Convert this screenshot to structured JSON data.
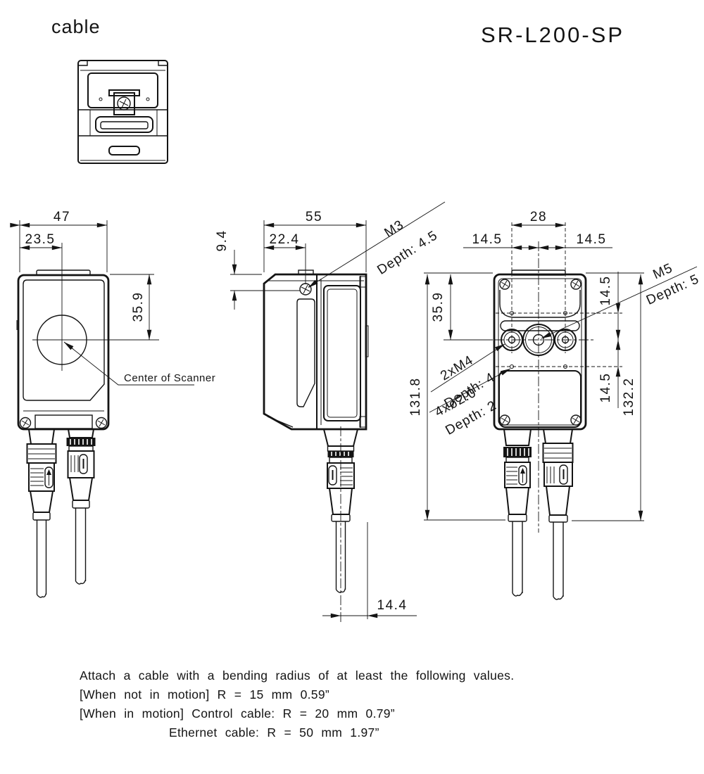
{
  "drawing": {
    "view_label": "cable",
    "title": "SR-L200-SP"
  },
  "front_view": {
    "dim_width": "47",
    "dim_center_offset_x": "23.5",
    "dim_center_offset_y": "35.9",
    "scanner_center_label": "Center of Scanner"
  },
  "side_view": {
    "dim_depth": "55",
    "dim_screw_offset_x": "22.4",
    "dim_screw_offset_y": "9.4",
    "dim_cable_to_edge": "14.4",
    "screw_thread": "M3",
    "screw_thread_depth": "Depth: 4.5"
  },
  "back_view": {
    "dim_mount_span": "28",
    "dim_mount_left": "14.5",
    "dim_mount_right": "14.5",
    "dim_top_to_center": "35.9",
    "dim_center_to_upper_hole": "14.5",
    "dim_center_to_lower_hole": "14.5",
    "dim_height_left": "131.8",
    "dim_height_right": "132.2",
    "center_thread": "M5",
    "center_thread_depth": "Depth: 5",
    "mount_thread": "2xM4",
    "mount_thread_depth": "Depth: 4",
    "pin_hole": "4xø2.0",
    "pin_hole_depth": "Depth: 2"
  },
  "notes": {
    "line1": "Attach a cable with a bending radius of at least the following values.",
    "line2": "[When not in motion] R = 15 mm 0.59”",
    "line3": "[When in motion] Control cable: R = 20 mm 0.79”",
    "line4": "Ethernet cable: R = 50 mm 1.97”"
  },
  "colors": {
    "line": "#141414",
    "background": "#ffffff"
  }
}
